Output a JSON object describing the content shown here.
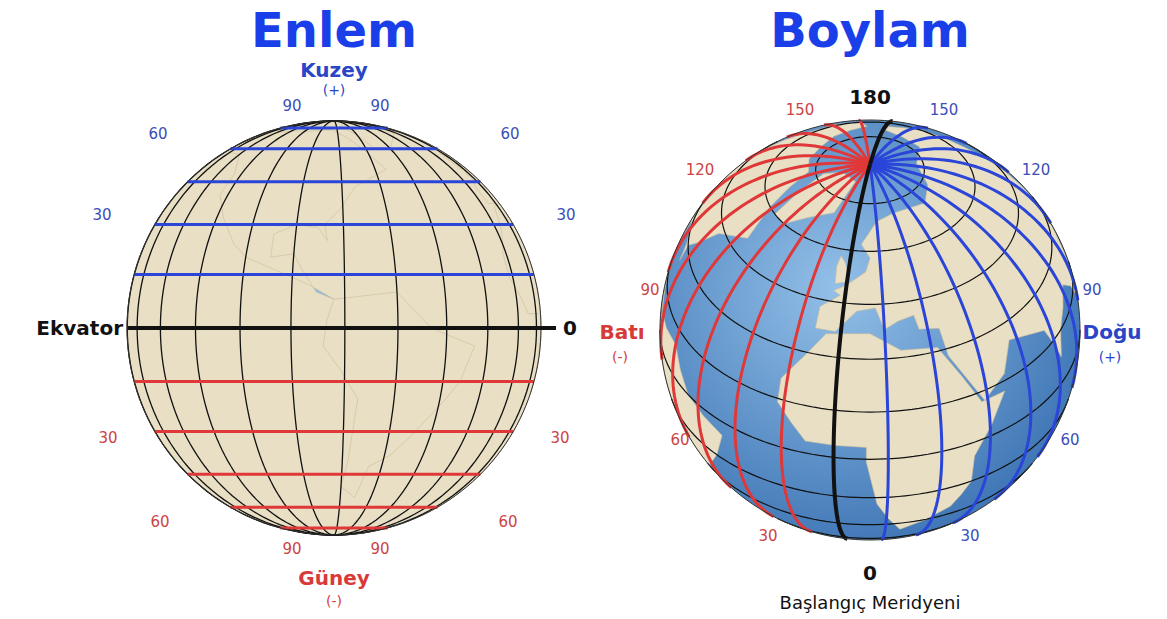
{
  "diagram": {
    "labels": [
      "Enlem",
      "Kuzey",
      "(+)",
      "90",
      "90",
      "60",
      "60",
      "30",
      "30",
      "Ekvator",
      "0",
      "30",
      "30",
      "60",
      "60",
      "90",
      "90",
      "Güney",
      "(-)",
      "Boylam",
      "180",
      "150",
      "150",
      "120",
      "120",
      "90",
      "Batı",
      "(-)",
      "90",
      "Doğu",
      "(+)",
      "60",
      "60",
      "30",
      "30",
      "0",
      "Başlangıç Meridyeni"
    ]
  }
}
